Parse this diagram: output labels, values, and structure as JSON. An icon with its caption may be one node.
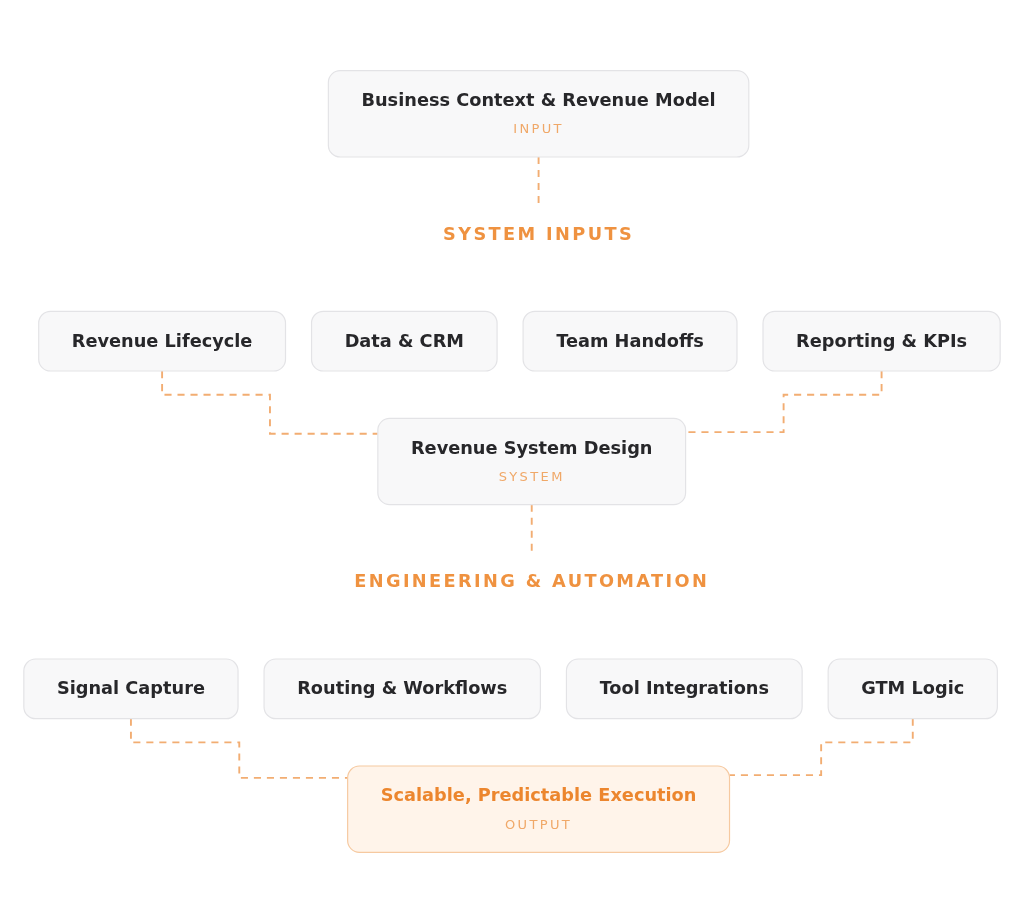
{
  "diagram": {
    "nodes": [
      {
        "text": [
          "Business Context & Revenue Model",
          "INPUT"
        ]
      },
      {
        "text": [
          "SYSTEM INPUTS"
        ]
      },
      {
        "text": [
          "Revenue Lifecycle"
        ]
      },
      {
        "text": [
          "Data & CRM"
        ]
      },
      {
        "text": [
          "Team Handoffs"
        ]
      },
      {
        "text": [
          "Reporting & KPIs"
        ]
      },
      {
        "text": [
          "Revenue System Design",
          "SYSTEM"
        ]
      },
      {
        "text": [
          "ENGINEERING & AUTOMATION"
        ]
      },
      {
        "text": [
          "Signal Capture"
        ]
      },
      {
        "text": [
          "Routing & Workflows"
        ]
      },
      {
        "text": [
          "Tool Integrations"
        ]
      },
      {
        "text": [
          "GTM Logic"
        ]
      },
      {
        "text": [
          "Scalable, Predictable Execution",
          "OUTPUT"
        ]
      }
    ],
    "edges": [
      {
        "from": 0,
        "to": 1,
        "arrow": "none",
        "style": "dashed"
      },
      {
        "from": 2,
        "to": 6,
        "arrow": "none",
        "style": "dashed"
      },
      {
        "from": 5,
        "to": 6,
        "arrow": "none",
        "style": "dashed"
      },
      {
        "from": 6,
        "to": 7,
        "arrow": "none",
        "style": "dashed"
      },
      {
        "from": 8,
        "to": 12,
        "arrow": "none",
        "style": "dashed"
      },
      {
        "from": 11,
        "to": 12,
        "arrow": "none",
        "style": "dashed"
      }
    ]
  }
}
